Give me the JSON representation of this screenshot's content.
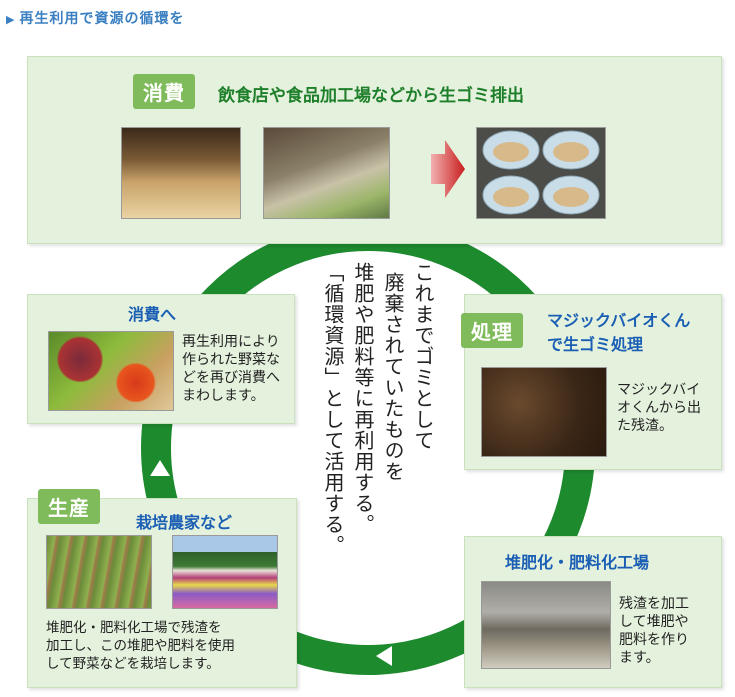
{
  "header": {
    "title": "再生利用で資源の循環を"
  },
  "top_panel": {
    "badge": "消費",
    "title": "飲食店や食品加工場などから生ゴミ排出"
  },
  "process_panel": {
    "badge": "処理",
    "title_line1": "マジックバイオくん",
    "title_line2": "で生ゴミ処理",
    "text_lines": [
      "マジックバイ",
      "オくんから出",
      "た残渣。"
    ]
  },
  "factory_panel": {
    "title": "堆肥化・肥料化工場",
    "text_lines": [
      "残渣を加工",
      "して堆肥や",
      "肥料を作り",
      "ます。"
    ]
  },
  "farm_panel": {
    "badge": "生産",
    "title": "栽培農家など",
    "text_lines": [
      "堆肥化・肥料化工場で残渣を",
      "加工し、この堆肥や肥料を使用",
      "して野菜などを栽培します。"
    ]
  },
  "consume_panel": {
    "title": "消費へ",
    "text_lines": [
      "再生利用により",
      "作られた野菜な",
      "どを再び消費へ",
      "まわします。"
    ]
  },
  "center_text": {
    "lines": [
      "これまでゴミとして",
      "廃棄されていたものを",
      "堆肥や肥料等に再利用する。",
      "「循環資源」として活用する。"
    ]
  },
  "colors": {
    "cycle_green": "#1e8a2e",
    "panel_bg": "#e4f1dd",
    "badge_green": "#7fbb5a",
    "title_blue": "#1a5fb4"
  }
}
